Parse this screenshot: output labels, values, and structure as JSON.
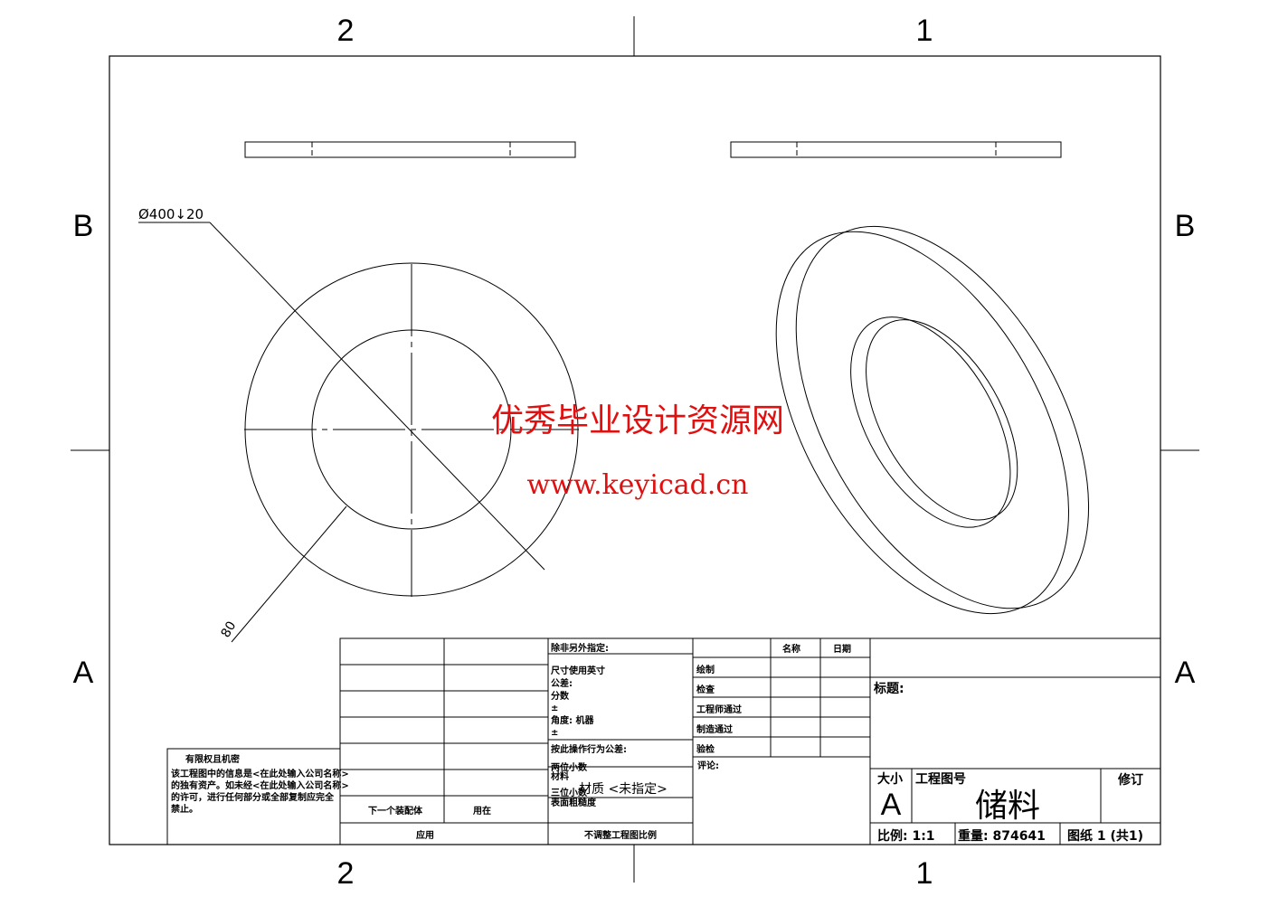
{
  "zones": {
    "col_left": "2",
    "col_right": "1",
    "row_top": "B",
    "row_bottom": "A"
  },
  "dimensions": {
    "diameter": "Ø400↓20",
    "width": "80"
  },
  "watermark": {
    "line1": "优秀毕业设计资源网",
    "line2": "www.keyicad.cn"
  },
  "notice": {
    "title": "有限权且机密",
    "lines": [
      "该工程图中的信息是<在此处输入公司名称>",
      "的独有资产。如未经<在此处输入公司名称>",
      "的许可，进行任何部分或全部复制应完全",
      "禁止。"
    ]
  },
  "assembly": {
    "next_assembly": "下一个装配体",
    "used_on": "用在",
    "application": "应用"
  },
  "tolerance": {
    "header": "除非另外指定:",
    "lines": [
      "尺寸使用英寸",
      "公差:",
      "分数",
      "±",
      "角度: 机器",
      "±"
    ],
    "finish": "按此操作行为公差:",
    "two_decimal": "两位小数",
    "material_label": "材料",
    "three_decimal": "三位小数",
    "surface": "表面粗糙度",
    "material": "材质 <未指定>",
    "no_scale": "不调整工程图比例"
  },
  "approval": {
    "name_header": "名称",
    "date_header": "日期",
    "rows": [
      "绘制",
      "检查",
      "工程师通过",
      "制造通过",
      "验检"
    ],
    "comments": "评论:"
  },
  "title_block": {
    "title_label": "标题:",
    "size_label": "大小",
    "size": "A",
    "dwg_no_label": "工程图号",
    "dwg_no": "储料",
    "rev_label": "修订",
    "scale": "比例: 1:1",
    "weight": "重量: 874641",
    "sheet": "图纸 1 (共1)"
  }
}
